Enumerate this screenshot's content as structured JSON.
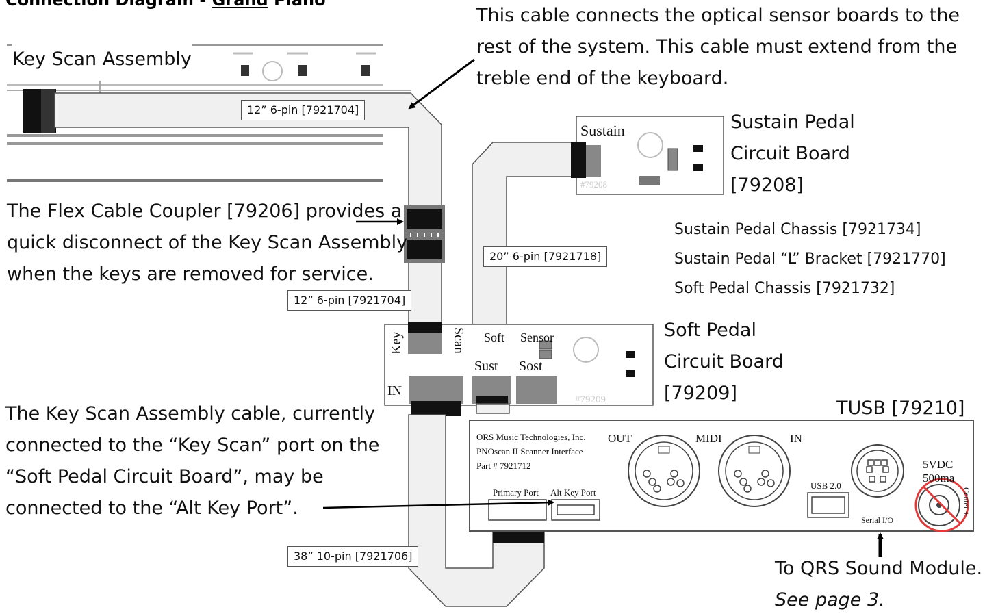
{
  "title": {
    "prefix": "Connection Diagram -",
    "underlined": "Grand",
    "suffix": "Piano"
  },
  "top_note": [
    "This cable  connects the optical sensor boards to the",
    "rest of the system. This cable must extend from the",
    "treble end of the keyboard."
  ],
  "key_scan_assembly": "Key Scan Assembly",
  "cable_labels": {
    "top_12in": "12” 6-pin [7921704]",
    "lower_12in": "12” 6-pin [7921704]",
    "twenty_in": "20” 6-pin [7921718]",
    "thirtyeight_in": "38” 10-pin [7921706]"
  },
  "coupler_note": [
    "The Flex Cable Coupler [79206] provides a",
    "quick disconnect of the Key Scan Assembly",
    "when the keys are removed for service."
  ],
  "sustain_board": {
    "label": "Sustain",
    "part": "#79208",
    "caption": [
      "Sustain Pedal",
      "Circuit Board",
      "[79208]"
    ]
  },
  "chassis_list": [
    "Sustain Pedal Chassis [7921734]",
    "Sustain Pedal “L” Bracket [7921770]",
    "Soft Pedal Chassis [7921732]"
  ],
  "soft_board": {
    "key": "Key",
    "scan": "Scan",
    "soft": "Soft",
    "sensor": "Sensor",
    "sust": "Sust",
    "sost": "Sost",
    "in": "IN",
    "part": "#79209",
    "caption": [
      "Soft Pedal",
      "Circuit Board",
      "[79209]"
    ]
  },
  "tusb": {
    "caption": "TUSB [79210]",
    "maker": [
      "ORS Music Technologies, Inc.",
      "PNOscan II Scanner Interface",
      "Part # 7921712"
    ],
    "out": "OUT",
    "midi": "MIDI",
    "in": "IN",
    "usb": "USB 2.0",
    "power": [
      "5VDC",
      "500ma"
    ],
    "center": "Center +",
    "primary_port": "Primary Port",
    "alt_key_port": "Alt Key Port",
    "serial": "Serial I/O"
  },
  "alt_note": [
    "The Key Scan Assembly cable, currently",
    "connected to the “Key Scan” port on the",
    "“Soft Pedal Circuit Board”, may be",
    "connected to the “Alt Key Port”."
  ],
  "sound_module": {
    "line1": "To QRS Sound Module.",
    "line2": "See page 3."
  }
}
